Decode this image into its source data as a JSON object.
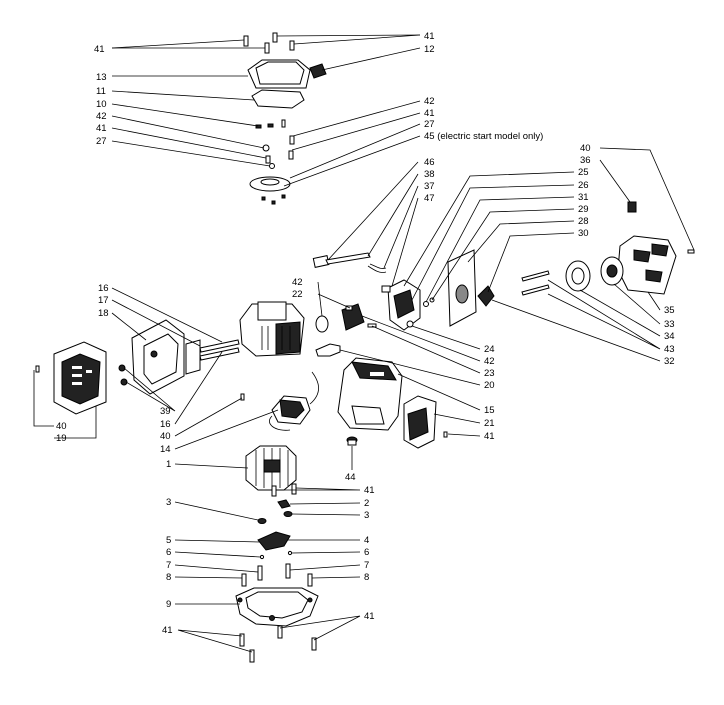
{
  "callouts": [
    {
      "id": "c41a",
      "text": "41"
    },
    {
      "id": "c41b",
      "text": "41"
    },
    {
      "id": "c12",
      "text": "12"
    },
    {
      "id": "c13",
      "text": "13"
    },
    {
      "id": "c11",
      "text": "11"
    },
    {
      "id": "c10",
      "text": "10"
    },
    {
      "id": "c42a",
      "text": "42"
    },
    {
      "id": "c42b",
      "text": "42"
    },
    {
      "id": "c41c",
      "text": "41"
    },
    {
      "id": "c41d",
      "text": "41"
    },
    {
      "id": "c27a",
      "text": "27"
    },
    {
      "id": "c27b",
      "text": "27"
    },
    {
      "id": "c45",
      "text": "45 (electric start model only)"
    },
    {
      "id": "c46",
      "text": "46"
    },
    {
      "id": "c38",
      "text": "38"
    },
    {
      "id": "c37",
      "text": "37"
    },
    {
      "id": "c47",
      "text": "47"
    },
    {
      "id": "c40a",
      "text": "40"
    },
    {
      "id": "c36",
      "text": "36"
    },
    {
      "id": "c25",
      "text": "25"
    },
    {
      "id": "c26",
      "text": "26"
    },
    {
      "id": "c31",
      "text": "31"
    },
    {
      "id": "c29",
      "text": "29"
    },
    {
      "id": "c28",
      "text": "28"
    },
    {
      "id": "c30",
      "text": "30"
    },
    {
      "id": "c42c",
      "text": "42"
    },
    {
      "id": "c22",
      "text": "22"
    },
    {
      "id": "c16a",
      "text": "16"
    },
    {
      "id": "c17",
      "text": "17"
    },
    {
      "id": "c18",
      "text": "18"
    },
    {
      "id": "c35",
      "text": "35"
    },
    {
      "id": "c33",
      "text": "33"
    },
    {
      "id": "c34",
      "text": "34"
    },
    {
      "id": "c43",
      "text": "43"
    },
    {
      "id": "c32",
      "text": "32"
    },
    {
      "id": "c24",
      "text": "24"
    },
    {
      "id": "c42d",
      "text": "42"
    },
    {
      "id": "c23",
      "text": "23"
    },
    {
      "id": "c20",
      "text": "20"
    },
    {
      "id": "c15",
      "text": "15"
    },
    {
      "id": "c21",
      "text": "21"
    },
    {
      "id": "c41e",
      "text": "41"
    },
    {
      "id": "c39",
      "text": "39"
    },
    {
      "id": "c16b",
      "text": "16"
    },
    {
      "id": "c40b",
      "text": "40"
    },
    {
      "id": "c19",
      "text": "19"
    },
    {
      "id": "c40c",
      "text": "40"
    },
    {
      "id": "c14",
      "text": "14"
    },
    {
      "id": "c44",
      "text": "44"
    },
    {
      "id": "c1",
      "text": "1"
    },
    {
      "id": "c41f",
      "text": "41"
    },
    {
      "id": "c2",
      "text": "2"
    },
    {
      "id": "c3a",
      "text": "3"
    },
    {
      "id": "c3b",
      "text": "3"
    },
    {
      "id": "c5",
      "text": "5"
    },
    {
      "id": "c4",
      "text": "4"
    },
    {
      "id": "c6a",
      "text": "6"
    },
    {
      "id": "c6b",
      "text": "6"
    },
    {
      "id": "c7a",
      "text": "7"
    },
    {
      "id": "c7b",
      "text": "7"
    },
    {
      "id": "c8a",
      "text": "8"
    },
    {
      "id": "c8b",
      "text": "8"
    },
    {
      "id": "c9",
      "text": "9"
    },
    {
      "id": "c41g",
      "text": "41"
    },
    {
      "id": "c41h",
      "text": "41"
    }
  ]
}
